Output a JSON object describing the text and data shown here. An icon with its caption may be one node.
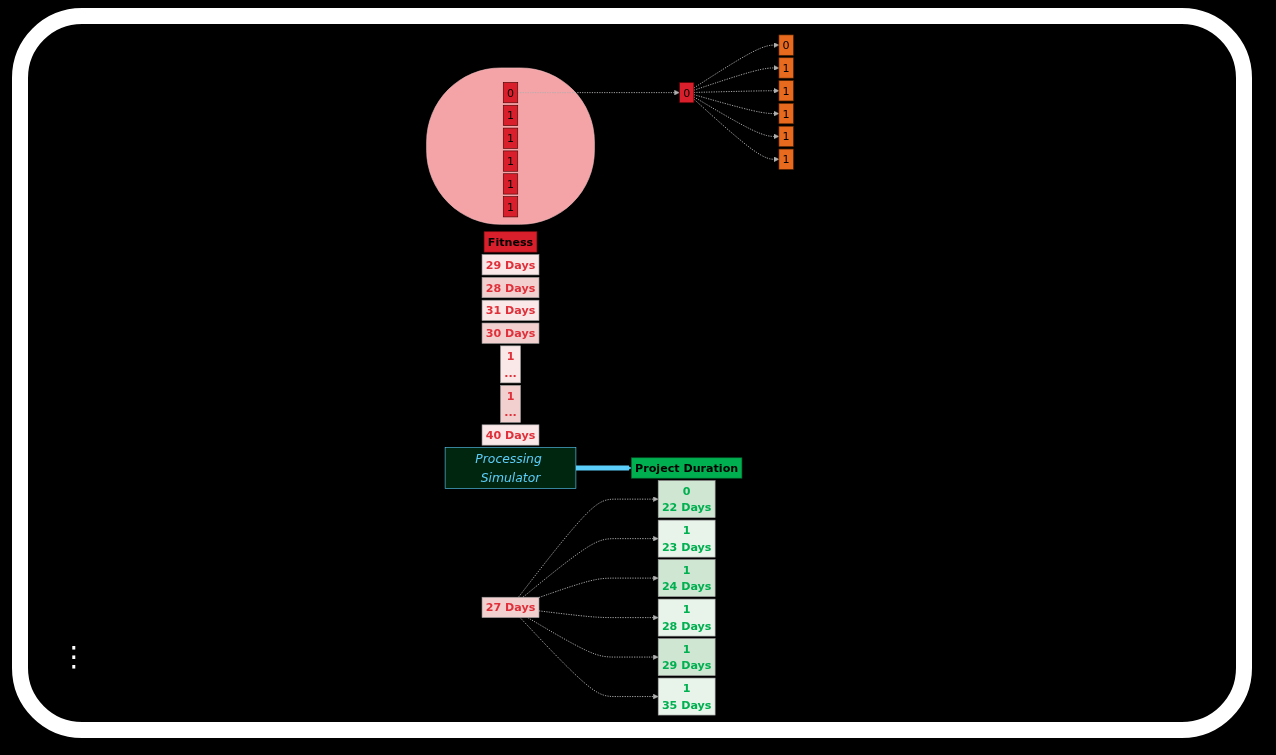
{
  "diagram": {
    "nodes": [
      {
        "text": [
          "Fitness"
        ]
      },
      {
        "text": [
          "27 Days"
        ]
      },
      {
        "text": [
          "29 Days"
        ]
      },
      {
        "text": [
          "28 Days"
        ]
      },
      {
        "text": [
          "31 Days"
        ]
      },
      {
        "text": [
          "30 Days"
        ]
      },
      {
        "text": [
          "1",
          "..."
        ]
      },
      {
        "text": [
          "1",
          "..."
        ]
      },
      {
        "text": [
          "40 Days"
        ]
      },
      {
        "text": [],
        "shape": "ellipse"
      },
      {
        "text": [
          "0"
        ],
        "in": 9
      },
      {
        "text": [
          "1"
        ],
        "in": 9
      },
      {
        "text": [
          "1"
        ],
        "in": 9
      },
      {
        "text": [
          "1"
        ],
        "in": 9
      },
      {
        "text": [
          "1"
        ],
        "in": 9
      },
      {
        "text": [
          "1"
        ],
        "in": 9
      },
      {
        "text": [
          "0"
        ]
      },
      {
        "text": [
          "Processing Simulator"
        ]
      },
      {
        "text": [
          "Project Duration"
        ]
      },
      {
        "text": [
          "0",
          "22 Days"
        ]
      },
      {
        "text": [
          "1",
          "23 Days"
        ]
      },
      {
        "text": [
          "1",
          "24 Days"
        ]
      },
      {
        "text": [
          "1",
          "28 Days"
        ]
      },
      {
        "text": [
          "1",
          "29 Days"
        ]
      },
      {
        "text": [
          "1",
          "35 Days"
        ]
      },
      {
        "text": [
          "0"
        ]
      },
      {
        "text": [
          "1"
        ]
      },
      {
        "text": [
          "1"
        ]
      },
      {
        "text": [
          "1"
        ]
      },
      {
        "text": [
          "1"
        ]
      },
      {
        "text": [
          "1"
        ]
      }
    ],
    "edges": [
      {
        "from": 10,
        "to": 16,
        "arrow": "to",
        "style": "dashed"
      },
      {
        "from": 16,
        "to": 25,
        "arrow": "to",
        "style": "dashed"
      },
      {
        "from": 16,
        "to": 26,
        "arrow": "to",
        "style": "dashed"
      },
      {
        "from": 16,
        "to": 27,
        "arrow": "to",
        "style": "dashed"
      },
      {
        "from": 16,
        "to": 28,
        "arrow": "to",
        "style": "dashed"
      },
      {
        "from": 16,
        "to": 29,
        "arrow": "to",
        "style": "dashed"
      },
      {
        "from": 16,
        "to": 30,
        "arrow": "to",
        "style": "dashed"
      },
      {
        "from": 17,
        "to": 18,
        "arrow": "to",
        "style": "thick",
        "color": "#5bcefa"
      },
      {
        "from": 1,
        "to": 19,
        "arrow": "to",
        "style": "dashed"
      },
      {
        "from": 1,
        "to": 20,
        "arrow": "to",
        "style": "dashed"
      },
      {
        "from": 1,
        "to": 21,
        "arrow": "to",
        "style": "dashed"
      },
      {
        "from": 1,
        "to": 22,
        "arrow": "to",
        "style": "dashed"
      },
      {
        "from": 1,
        "to": 23,
        "arrow": "to",
        "style": "dashed"
      },
      {
        "from": 1,
        "to": 24,
        "arrow": "to",
        "style": "dashed"
      }
    ],
    "labels": [
      "⋮"
    ]
  }
}
